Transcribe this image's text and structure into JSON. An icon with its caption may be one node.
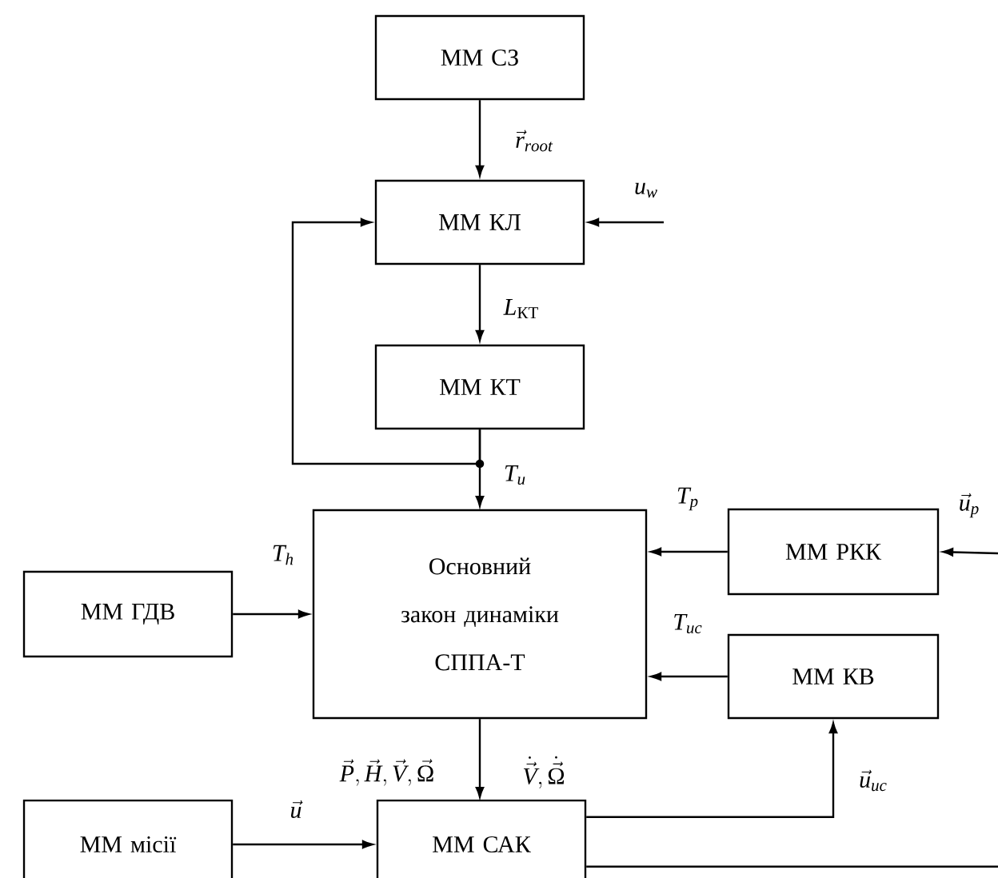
{
  "diagram": {
    "nodes": [
      {
        "text": [
          "ММ СЗ"
        ]
      },
      {
        "text": [
          "ММ КЛ"
        ]
      },
      {
        "text": [
          "ММ КТ"
        ]
      },
      {
        "text": [
          "Основний закон динаміки СППА-Т"
        ]
      },
      {
        "text": [
          "ММ РКК"
        ]
      },
      {
        "text": [
          "ММ ГДВ"
        ]
      },
      {
        "text": [
          "ММ КВ"
        ]
      },
      {
        "text": [
          "ММ місії"
        ]
      },
      {
        "text": [
          "ММ САК"
        ]
      }
    ],
    "edges": [
      {
        "from": 0,
        "to": 1,
        "arrow": "to",
        "label": "\\vec{r}_{root}"
      },
      {
        "from": null,
        "to": 1,
        "arrow": "to",
        "label": "u_{w}"
      },
      {
        "from": 1,
        "to": 2,
        "arrow": "to",
        "label": "L_{\\text{КТ}}"
      },
      {
        "from": 2,
        "to": 3,
        "arrow": "to",
        "label": "T_{u}"
      },
      {
        "from": 2,
        "to": 1,
        "arrow": "to"
      },
      {
        "from": 4,
        "to": 3,
        "arrow": "to",
        "label": "T_{p}"
      },
      {
        "from": null,
        "to": 4,
        "arrow": "to",
        "label": "\\vec{u}_{p}"
      },
      {
        "from": 5,
        "to": 3,
        "arrow": "to",
        "label": "T_{h}"
      },
      {
        "from": 6,
        "to": 3,
        "arrow": "to",
        "label": "T_{uc}"
      },
      {
        "from": 3,
        "to": 8,
        "arrow": "to",
        "label": "\\vec{P},\\vec{H},\\vec{V},\\vec{\\Omega}"
      },
      {
        "from": 7,
        "to": 8,
        "arrow": "to",
        "label": "\\vec{u}"
      },
      {
        "from": 8,
        "to": 6,
        "arrow": "to",
        "label": "\\vec{u}_{uc}"
      },
      {
        "from": 8,
        "to": null,
        "arrow": "none"
      }
    ],
    "labels": [
      "\\dot{\\vec{V}},\\dot{\\vec{\\Omega}}"
    ]
  }
}
